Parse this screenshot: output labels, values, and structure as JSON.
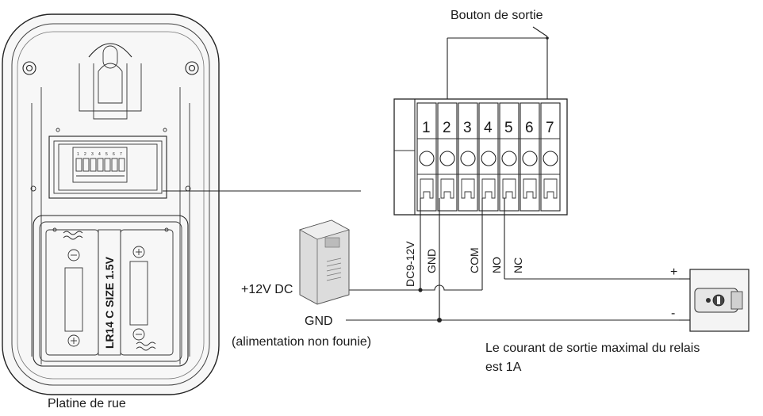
{
  "labels": {
    "exit_button": "Bouton de sortie",
    "street_panel": "Platine de rue",
    "power_supply": "+12V DC",
    "ground": "GND",
    "power_note": "(alimentation non founie)",
    "relay_note_line1": "Le courant de sortie maximal du relais",
    "relay_note_line2": "est 1A",
    "battery_label": "LR14 C SIZE 1.5V",
    "lock_plus": "+",
    "lock_minus": "-"
  },
  "terminal_block": {
    "terminals": [
      "1",
      "2",
      "3",
      "4",
      "5",
      "6",
      "7"
    ],
    "wire_labels": [
      "DC9-12V",
      "GND",
      "COM",
      "NO",
      "NC"
    ]
  },
  "colors": {
    "line": "#222222",
    "device_fill": "#f4f4f4",
    "psu_fill": "#d9d9d9"
  }
}
